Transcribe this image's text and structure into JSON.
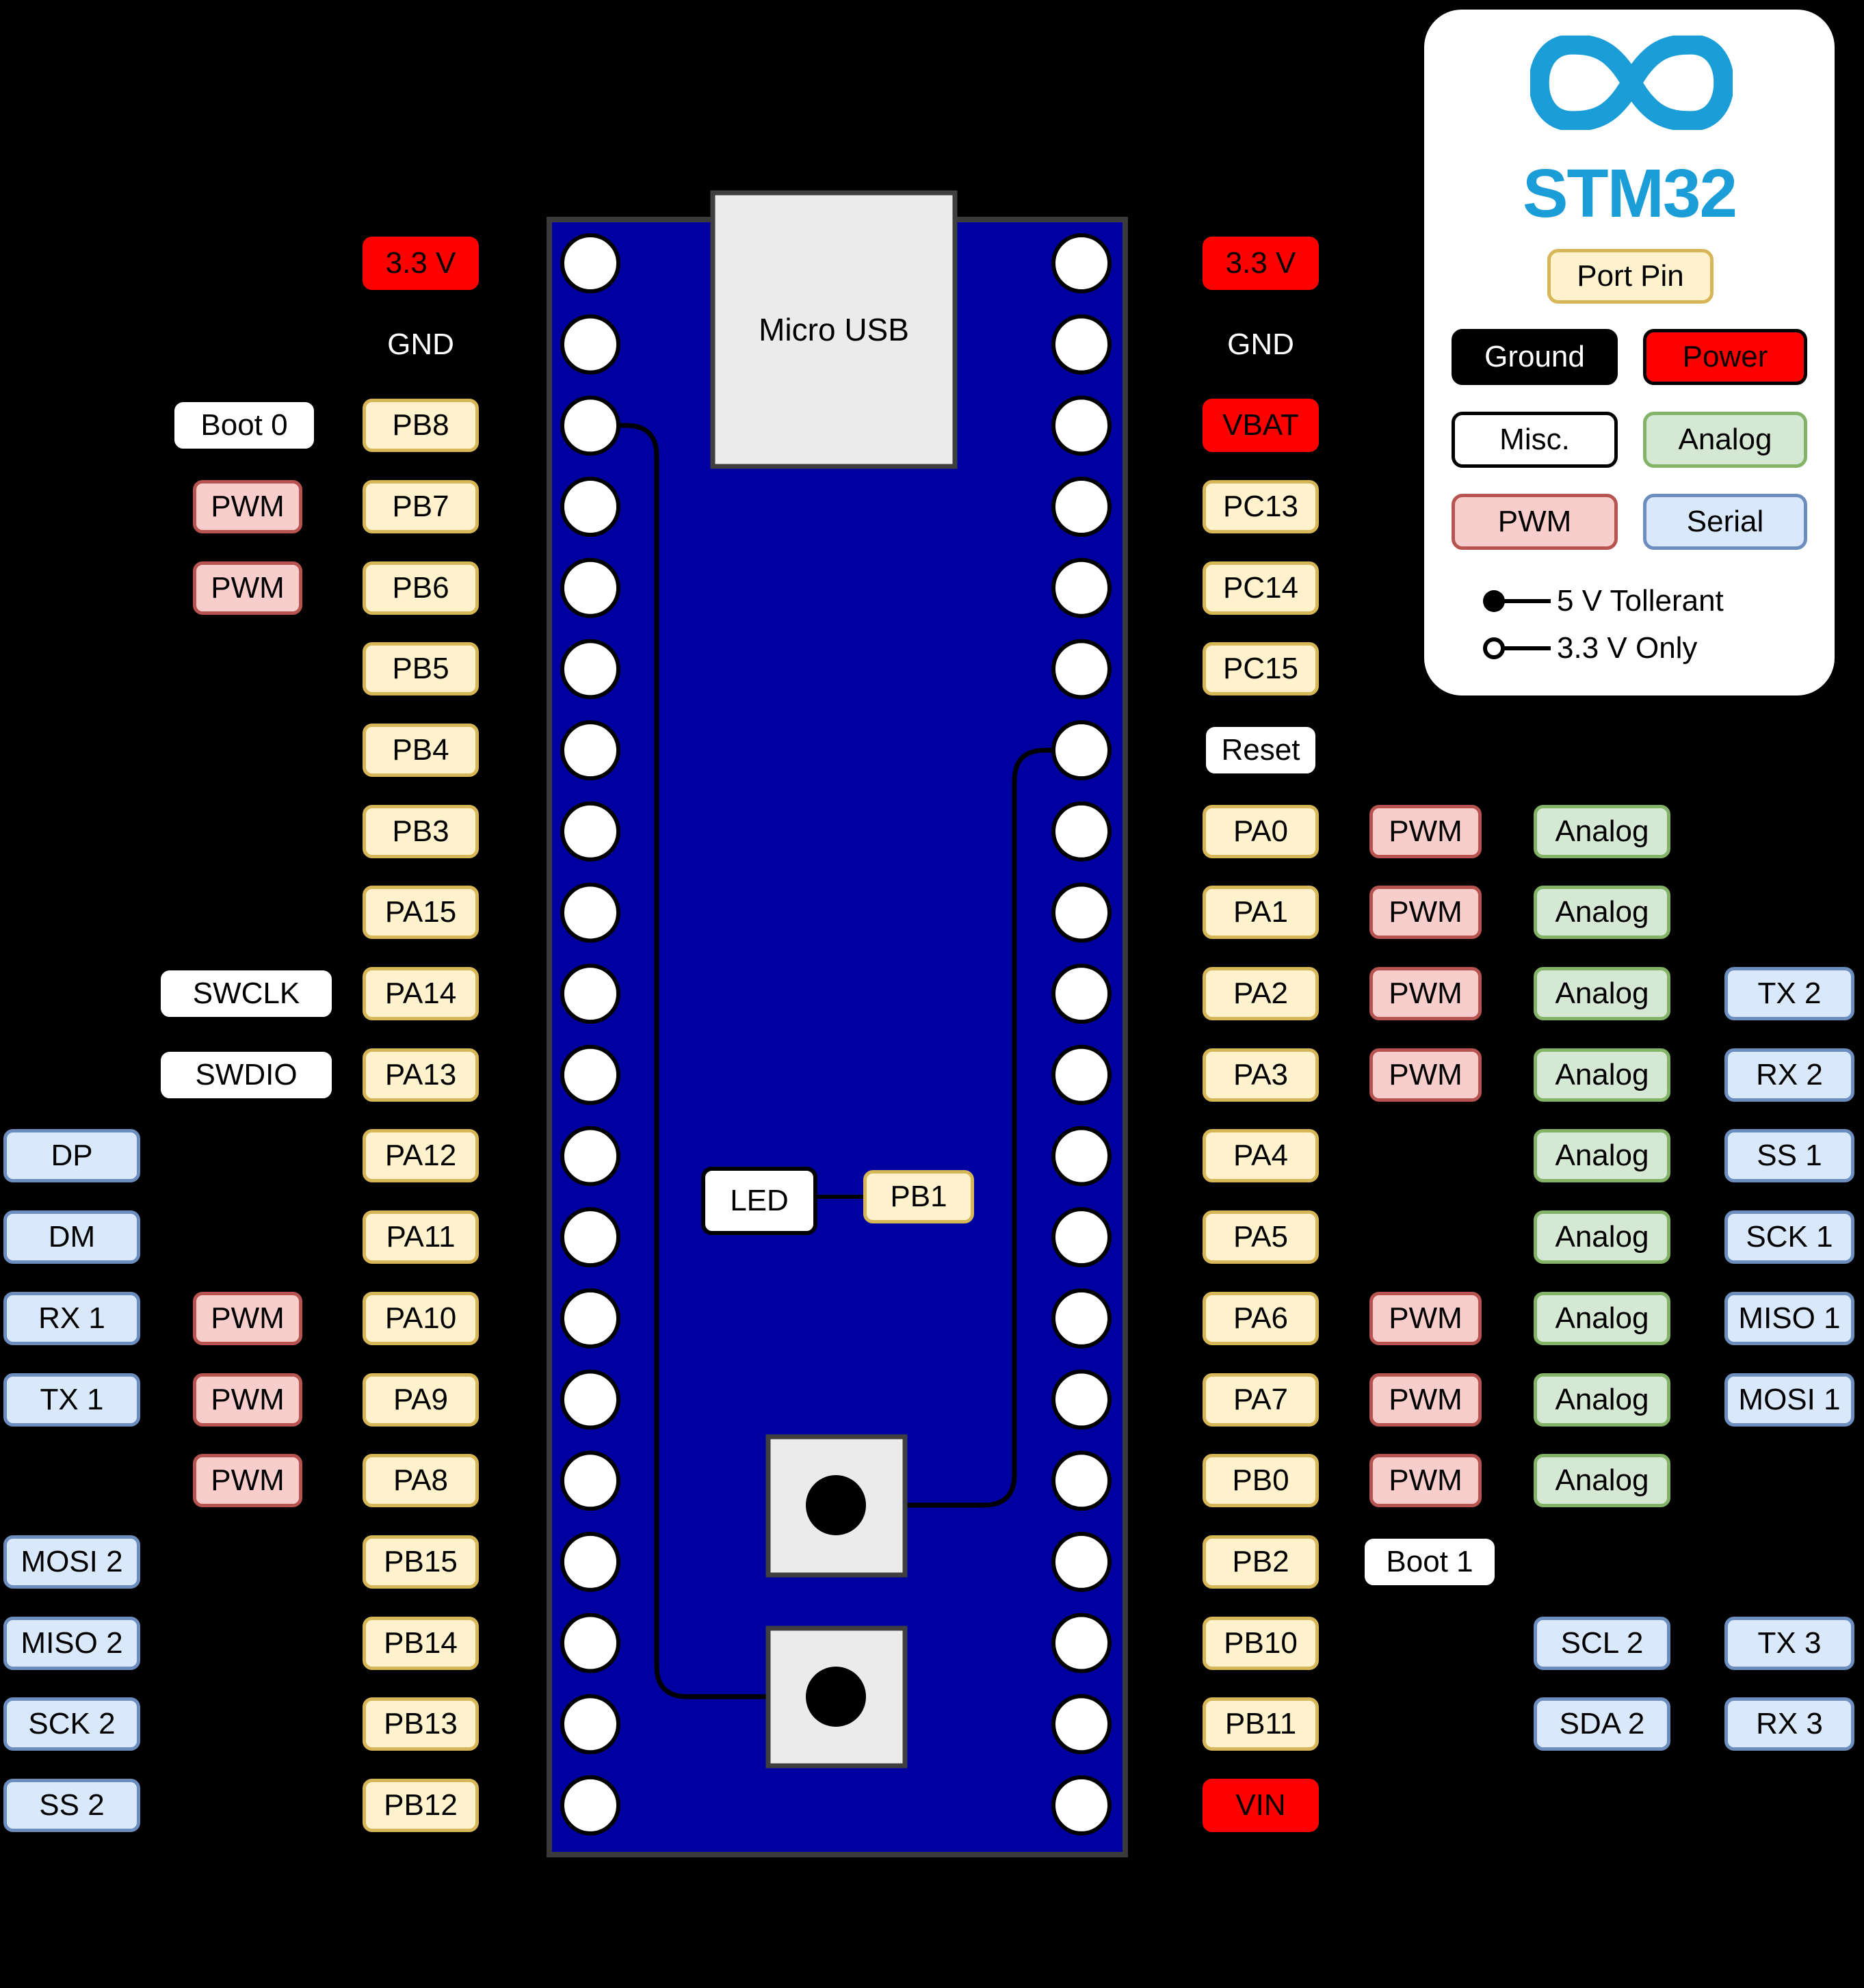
{
  "legend": {
    "brand": "STM32",
    "logo_icon": "infinity-icon",
    "port_pin_label": "Port Pin",
    "ground_label": "Ground",
    "power_label": "Power",
    "misc_label": "Misc.",
    "analog_label": "Analog",
    "pwm_label": "PWM",
    "serial_label": "Serial",
    "note_5v": "5 V Tollerant",
    "note_3v3": "3.3 V Only"
  },
  "board": {
    "usb_label": "Micro USB",
    "led_label": "LED",
    "led_pin_label": "PB1"
  },
  "colors": {
    "background": "#000000",
    "board_blue": "#0000A0",
    "board_border": "#3A3A3A",
    "port_fill": "#FFF2CC",
    "port_border": "#D6B656",
    "pwm_fill": "#F8CECC",
    "pwm_border": "#B85450",
    "analog_fill": "#D5E8D4",
    "analog_border": "#82B366",
    "serial_fill": "#DAE8FC",
    "serial_border": "#6C8EBF",
    "power_red": "#FF0000",
    "misc_white": "#FFFFFF",
    "ground_black": "#000000",
    "brand_blue": "#1B9DD8",
    "component_gray": "#EBEBEB"
  },
  "rows": [
    {
      "left": [
        {
          "c": "lport",
          "k": "power",
          "t": "3.3 V"
        }
      ],
      "right": [
        {
          "c": "rport",
          "k": "power",
          "t": "3.3 V"
        }
      ]
    },
    {
      "left": [
        {
          "c": "lport",
          "k": "text",
          "t": "GND"
        }
      ],
      "right": [
        {
          "c": "rport",
          "k": "text",
          "t": "GND"
        }
      ]
    },
    {
      "left": [
        {
          "c": "lmiscB",
          "k": "misc",
          "t": "Boot 0"
        },
        {
          "c": "lport",
          "k": "port",
          "t": "PB8"
        }
      ],
      "right": [
        {
          "c": "rport",
          "k": "power",
          "t": "VBAT"
        }
      ]
    },
    {
      "left": [
        {
          "c": "lpwm",
          "k": "pwm",
          "t": "PWM"
        },
        {
          "c": "lport",
          "k": "port",
          "t": "PB7"
        }
      ],
      "right": [
        {
          "c": "rport",
          "k": "port",
          "t": "PC13"
        }
      ]
    },
    {
      "left": [
        {
          "c": "lpwm",
          "k": "pwm",
          "t": "PWM"
        },
        {
          "c": "lport",
          "k": "port",
          "t": "PB6"
        }
      ],
      "right": [
        {
          "c": "rport",
          "k": "port",
          "t": "PC14"
        }
      ]
    },
    {
      "left": [
        {
          "c": "lport",
          "k": "port",
          "t": "PB5"
        }
      ],
      "right": [
        {
          "c": "rport",
          "k": "port",
          "t": "PC15"
        }
      ]
    },
    {
      "left": [
        {
          "c": "lport",
          "k": "port",
          "t": "PB4"
        }
      ],
      "right": [
        {
          "c": "rport",
          "k": "misc",
          "t": "Reset"
        }
      ]
    },
    {
      "left": [
        {
          "c": "lport",
          "k": "port",
          "t": "PB3"
        }
      ],
      "right": [
        {
          "c": "rport",
          "k": "port",
          "t": "PA0"
        },
        {
          "c": "rpwm",
          "k": "pwm",
          "t": "PWM"
        },
        {
          "c": "ranalog",
          "k": "analog",
          "t": "Analog"
        }
      ]
    },
    {
      "left": [
        {
          "c": "lport",
          "k": "port",
          "t": "PA15"
        }
      ],
      "right": [
        {
          "c": "rport",
          "k": "port",
          "t": "PA1"
        },
        {
          "c": "rpwm",
          "k": "pwm",
          "t": "PWM"
        },
        {
          "c": "ranalog",
          "k": "analog",
          "t": "Analog"
        }
      ]
    },
    {
      "left": [
        {
          "c": "lmisc",
          "k": "misc",
          "t": "SWCLK"
        },
        {
          "c": "lport",
          "k": "port",
          "t": "PA14"
        }
      ],
      "right": [
        {
          "c": "rport",
          "k": "port",
          "t": "PA2"
        },
        {
          "c": "rpwm",
          "k": "pwm",
          "t": "PWM"
        },
        {
          "c": "ranalog",
          "k": "analog",
          "t": "Analog"
        },
        {
          "c": "rserial",
          "k": "serial",
          "t": "TX 2"
        }
      ]
    },
    {
      "left": [
        {
          "c": "lmisc",
          "k": "misc",
          "t": "SWDIO"
        },
        {
          "c": "lport",
          "k": "port",
          "t": "PA13"
        }
      ],
      "right": [
        {
          "c": "rport",
          "k": "port",
          "t": "PA3"
        },
        {
          "c": "rpwm",
          "k": "pwm",
          "t": "PWM"
        },
        {
          "c": "ranalog",
          "k": "analog",
          "t": "Analog"
        },
        {
          "c": "rserial",
          "k": "serial",
          "t": "RX 2"
        }
      ]
    },
    {
      "left": [
        {
          "c": "lserial",
          "k": "serial",
          "t": "DP"
        },
        {
          "c": "lport",
          "k": "port",
          "t": "PA12"
        }
      ],
      "right": [
        {
          "c": "rport",
          "k": "port",
          "t": "PA4"
        },
        {
          "c": "ranalog",
          "k": "analog",
          "t": "Analog"
        },
        {
          "c": "rserial",
          "k": "serial",
          "t": "SS 1"
        }
      ]
    },
    {
      "left": [
        {
          "c": "lserial",
          "k": "serial",
          "t": "DM"
        },
        {
          "c": "lport",
          "k": "port",
          "t": "PA11"
        }
      ],
      "right": [
        {
          "c": "rport",
          "k": "port",
          "t": "PA5"
        },
        {
          "c": "ranalog",
          "k": "analog",
          "t": "Analog"
        },
        {
          "c": "rserial",
          "k": "serial",
          "t": "SCK 1"
        }
      ]
    },
    {
      "left": [
        {
          "c": "lserial",
          "k": "serial",
          "t": "RX 1"
        },
        {
          "c": "lpwm",
          "k": "pwm",
          "t": "PWM"
        },
        {
          "c": "lport",
          "k": "port",
          "t": "PA10"
        }
      ],
      "right": [
        {
          "c": "rport",
          "k": "port",
          "t": "PA6"
        },
        {
          "c": "rpwm",
          "k": "pwm",
          "t": "PWM"
        },
        {
          "c": "ranalog",
          "k": "analog",
          "t": "Analog"
        },
        {
          "c": "rserial",
          "k": "serial",
          "t": "MISO 1"
        }
      ]
    },
    {
      "left": [
        {
          "c": "lserial",
          "k": "serial",
          "t": "TX 1"
        },
        {
          "c": "lpwm",
          "k": "pwm",
          "t": "PWM"
        },
        {
          "c": "lport",
          "k": "port",
          "t": "PA9"
        }
      ],
      "right": [
        {
          "c": "rport",
          "k": "port",
          "t": "PA7"
        },
        {
          "c": "rpwm",
          "k": "pwm",
          "t": "PWM"
        },
        {
          "c": "ranalog",
          "k": "analog",
          "t": "Analog"
        },
        {
          "c": "rserial",
          "k": "serial",
          "t": "MOSI 1"
        }
      ]
    },
    {
      "left": [
        {
          "c": "lpwm",
          "k": "pwm",
          "t": "PWM"
        },
        {
          "c": "lport",
          "k": "port",
          "t": "PA8"
        }
      ],
      "right": [
        {
          "c": "rport",
          "k": "port",
          "t": "PB0"
        },
        {
          "c": "rpwm",
          "k": "pwm",
          "t": "PWM"
        },
        {
          "c": "ranalog",
          "k": "analog",
          "t": "Analog"
        }
      ]
    },
    {
      "left": [
        {
          "c": "lserial",
          "k": "serial",
          "t": "MOSI 2"
        },
        {
          "c": "lport",
          "k": "port",
          "t": "PB15"
        }
      ],
      "right": [
        {
          "c": "rport",
          "k": "port",
          "t": "PB2"
        },
        {
          "c": "rpwmW",
          "k": "misc",
          "t": "Boot 1"
        }
      ]
    },
    {
      "left": [
        {
          "c": "lserial",
          "k": "serial",
          "t": "MISO 2"
        },
        {
          "c": "lport",
          "k": "port",
          "t": "PB14"
        }
      ],
      "right": [
        {
          "c": "rport",
          "k": "port",
          "t": "PB10"
        },
        {
          "c": "ranalog",
          "k": "serial",
          "t": "SCL 2"
        },
        {
          "c": "rserial",
          "k": "serial",
          "t": "TX 3"
        }
      ]
    },
    {
      "left": [
        {
          "c": "lserial",
          "k": "serial",
          "t": "SCK 2"
        },
        {
          "c": "lport",
          "k": "port",
          "t": "PB13"
        }
      ],
      "right": [
        {
          "c": "rport",
          "k": "port",
          "t": "PB11"
        },
        {
          "c": "ranalog",
          "k": "serial",
          "t": "SDA 2"
        },
        {
          "c": "rserial",
          "k": "serial",
          "t": "RX 3"
        }
      ]
    },
    {
      "left": [
        {
          "c": "lserial",
          "k": "serial",
          "t": "SS 2"
        },
        {
          "c": "lport",
          "k": "port",
          "t": "PB12"
        }
      ],
      "right": [
        {
          "c": "rport",
          "k": "power",
          "t": "VIN"
        }
      ]
    }
  ]
}
